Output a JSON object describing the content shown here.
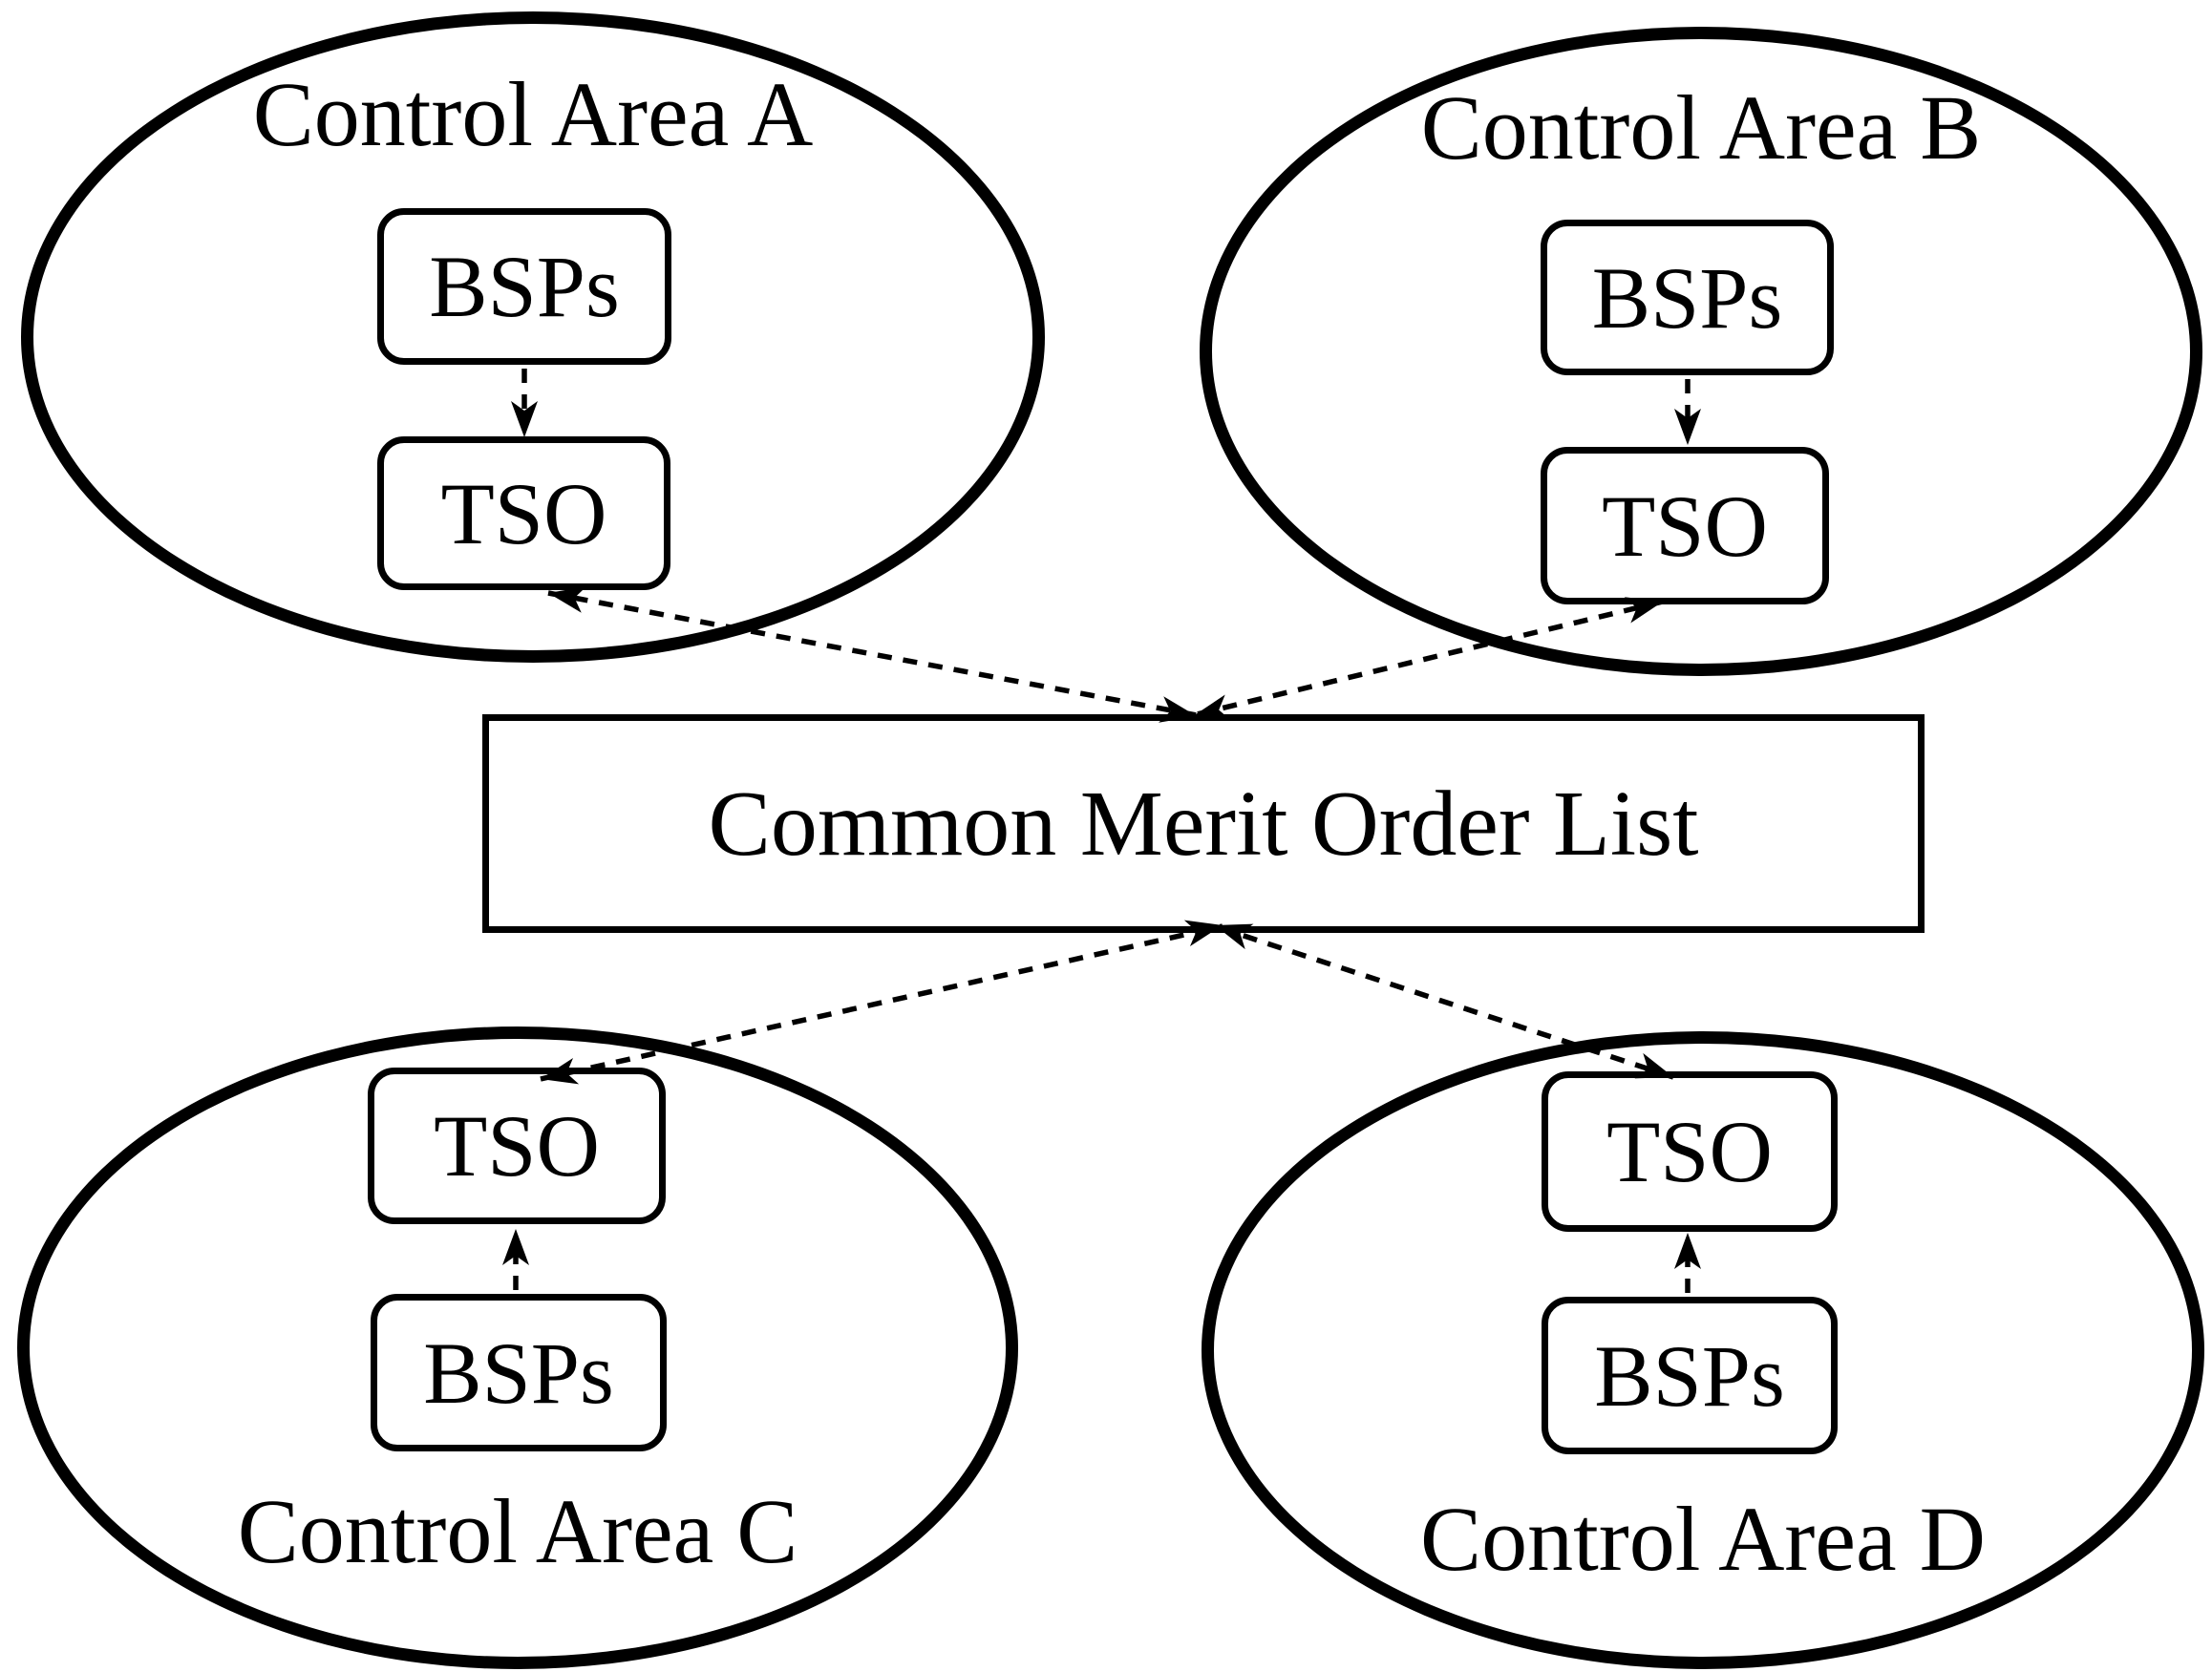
{
  "diagram": {
    "colors": {
      "line": "#000000",
      "background": "#ffffff"
    },
    "central_box": {
      "label": "Common Merit Order List"
    },
    "areas": [
      {
        "id": "A",
        "label": "Control Area A",
        "bsps_label": "BSPs",
        "tso_label": "TSO"
      },
      {
        "id": "B",
        "label": "Control Area B",
        "bsps_label": "BSPs",
        "tso_label": "TSO"
      },
      {
        "id": "C",
        "label": "Control Area C",
        "bsps_label": "BSPs",
        "tso_label": "TSO"
      },
      {
        "id": "D",
        "label": "Control Area D",
        "bsps_label": "BSPs",
        "tso_label": "TSO"
      }
    ]
  }
}
